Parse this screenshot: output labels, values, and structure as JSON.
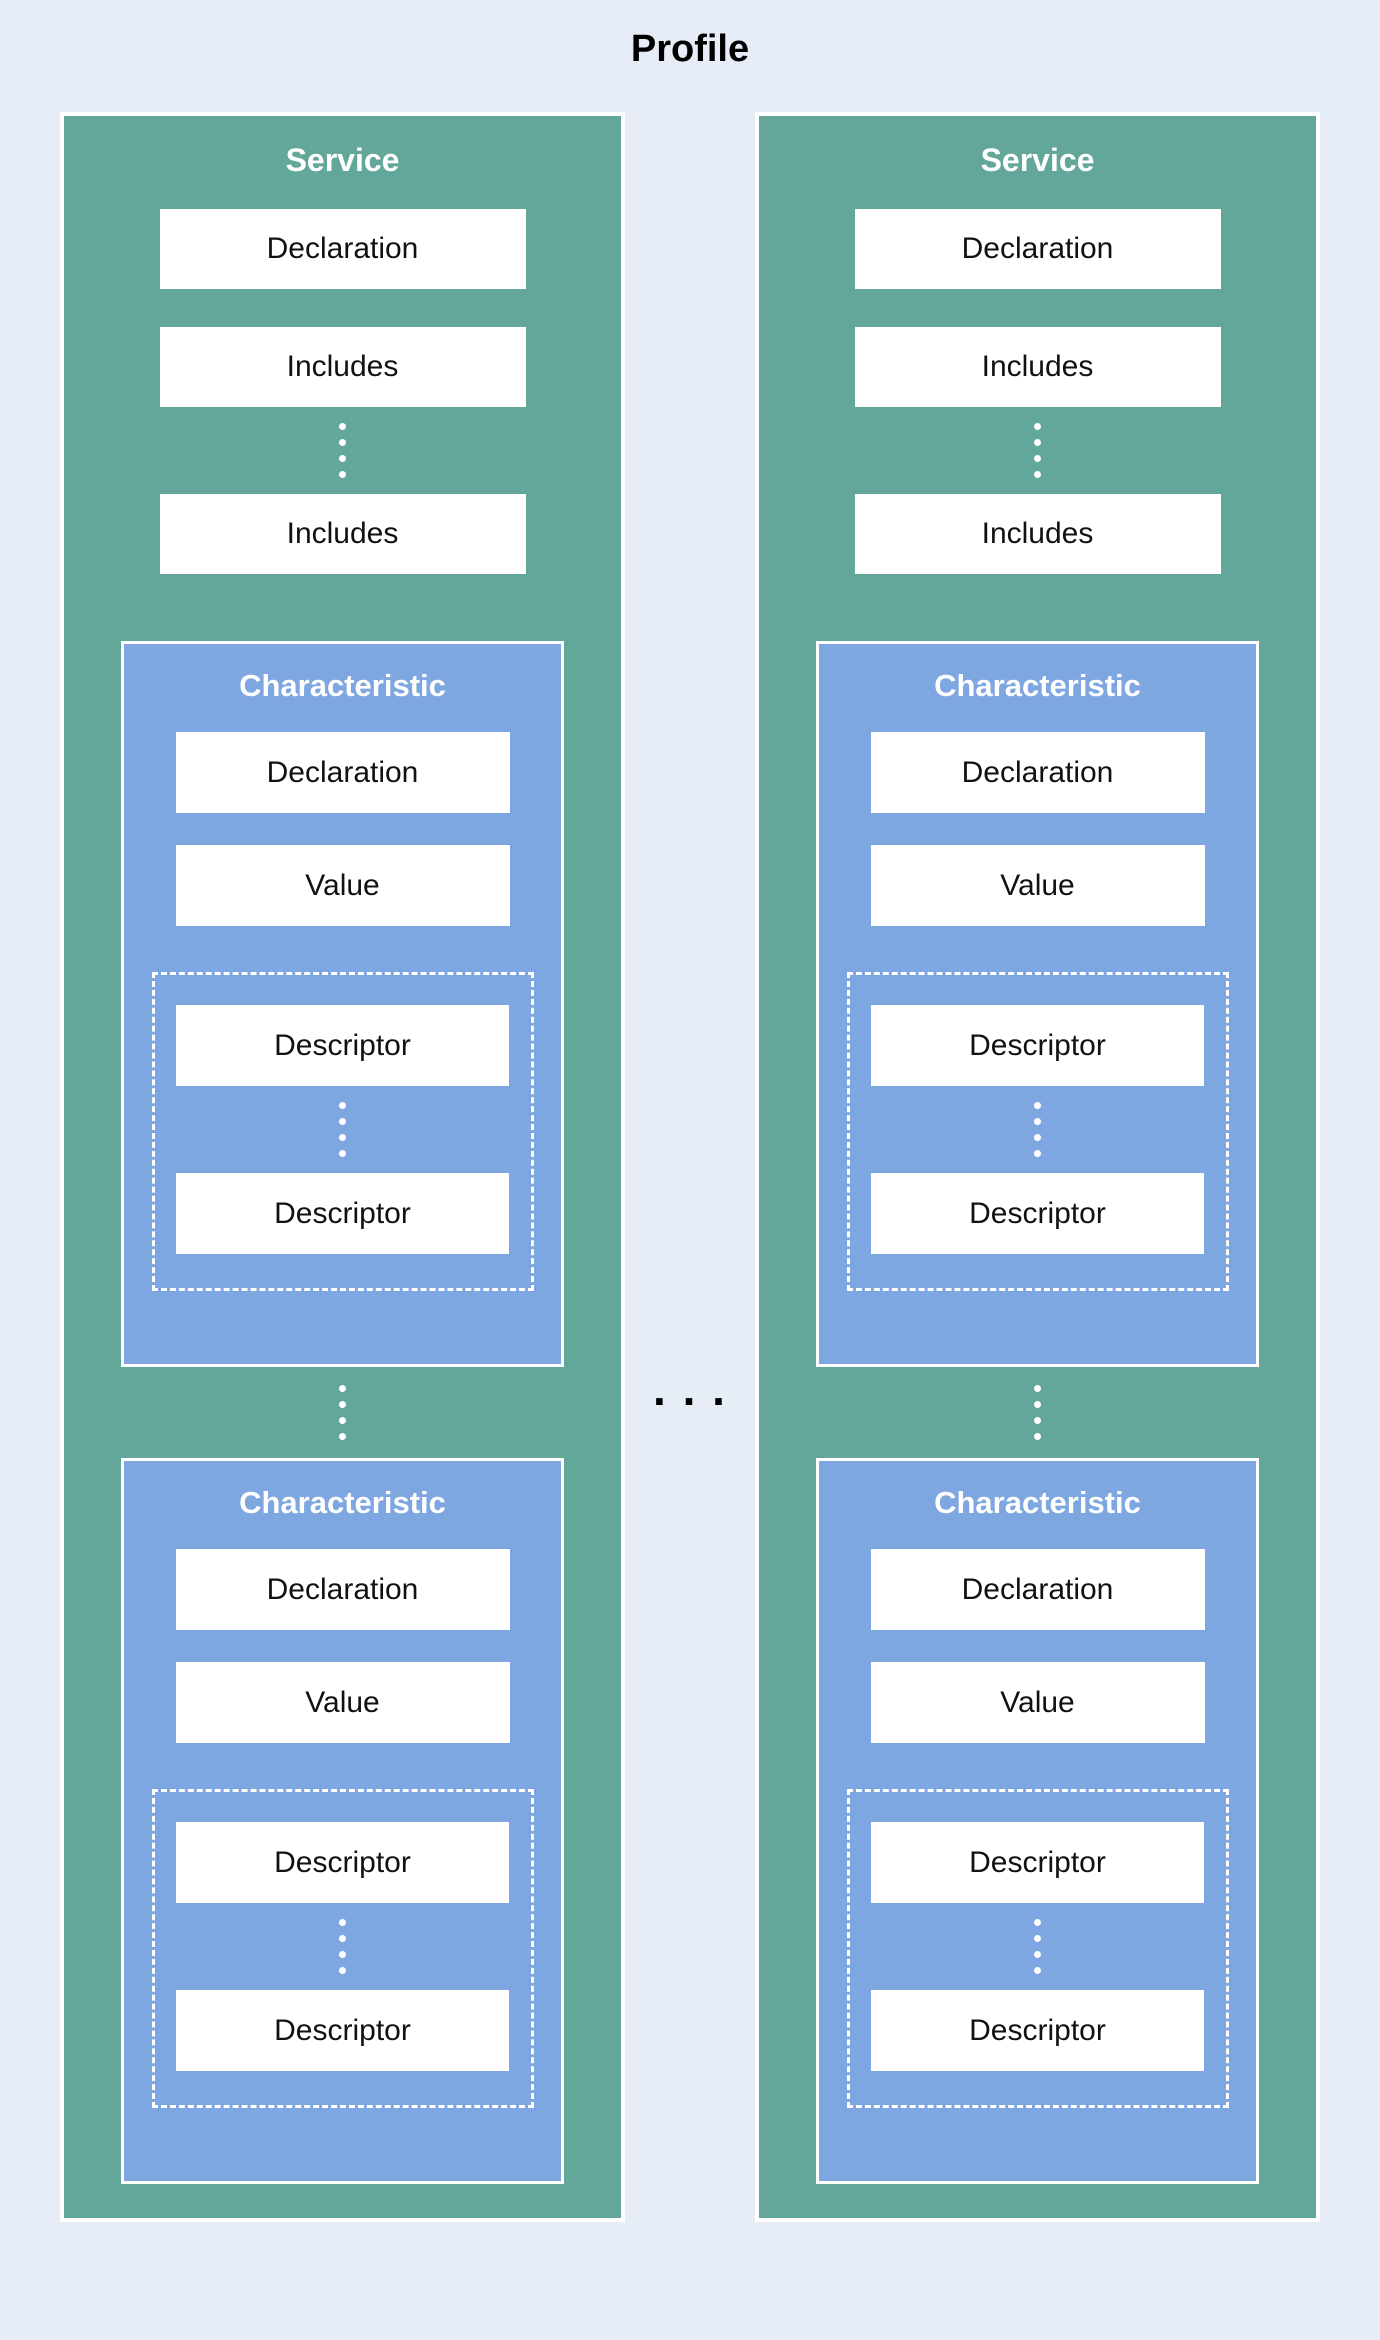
{
  "title": "Profile",
  "ellipsis": ". . .",
  "colors": {
    "page-bg": "#e7edf6",
    "service-bg": "#63a79a",
    "char-bg": "#7ea6e0"
  },
  "services": [
    {
      "title": "Service",
      "declaration": "Declaration",
      "includes_first": "Includes",
      "includes_last": "Includes",
      "characteristics": [
        {
          "title": "Characteristic",
          "declaration": "Declaration",
          "value": "Value",
          "descriptor_first": "Descriptor",
          "descriptor_last": "Descriptor"
        },
        {
          "title": "Characteristic",
          "declaration": "Declaration",
          "value": "Value",
          "descriptor_first": "Descriptor",
          "descriptor_last": "Descriptor"
        }
      ]
    },
    {
      "title": "Service",
      "declaration": "Declaration",
      "includes_first": "Includes",
      "includes_last": "Includes",
      "characteristics": [
        {
          "title": "Characteristic",
          "declaration": "Declaration",
          "value": "Value",
          "descriptor_first": "Descriptor",
          "descriptor_last": "Descriptor"
        },
        {
          "title": "Characteristic",
          "declaration": "Declaration",
          "value": "Value",
          "descriptor_first": "Descriptor",
          "descriptor_last": "Descriptor"
        }
      ]
    }
  ]
}
